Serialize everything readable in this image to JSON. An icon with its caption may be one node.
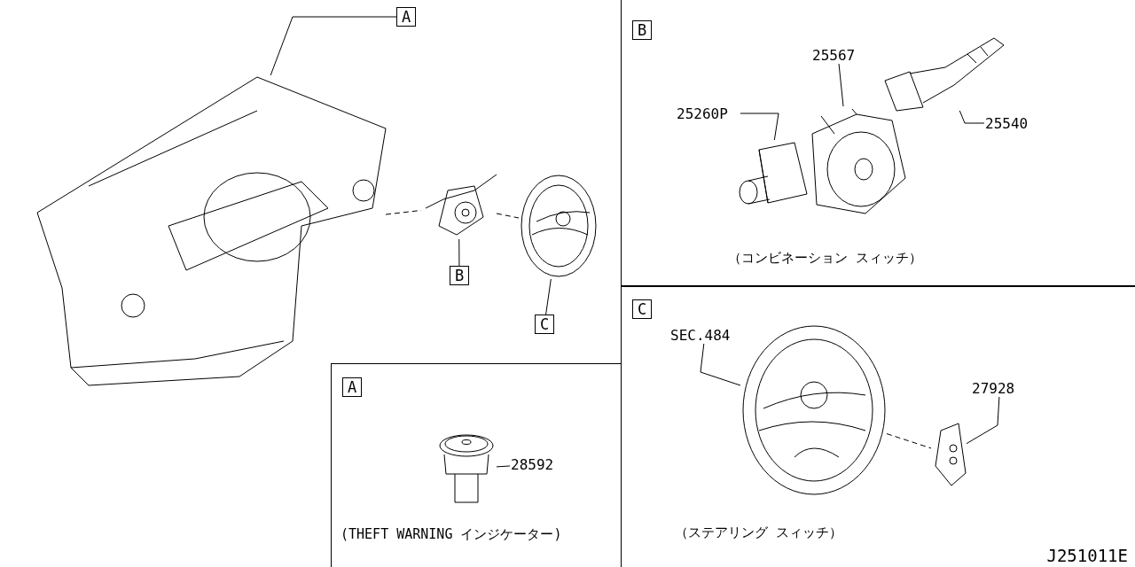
{
  "diagram": {
    "nodes": [
      {
        "text": [
          "A"
        ]
      },
      {
        "text": [
          "B"
        ]
      },
      {
        "text": [
          "C"
        ]
      },
      {
        "text": [
          "(THEFT WARNING インジケーター)"
        ]
      },
      {
        "text": [
          "A"
        ],
        "in": 3
      },
      {
        "text": [
          "28592"
        ],
        "in": 3
      },
      {
        "text": [],
        "shape": "picture",
        "in": 3
      },
      {
        "text": [
          "（コンビネーション スィッチ）"
        ]
      },
      {
        "text": [
          "B"
        ],
        "in": 7
      },
      {
        "text": [
          "25260P"
        ],
        "in": 7
      },
      {
        "text": [
          "25567"
        ],
        "in": 7
      },
      {
        "text": [
          "25540"
        ],
        "in": 7
      },
      {
        "text": [],
        "shape": "picture",
        "in": 7
      },
      {
        "text": [],
        "shape": "picture",
        "in": 7
      },
      {
        "text": [],
        "shape": "picture",
        "in": 7
      },
      {
        "text": [
          "（ステアリング スィッチ）"
        ]
      },
      {
        "text": [
          "C"
        ],
        "in": 15
      },
      {
        "text": [
          "SEC.484"
        ],
        "in": 15
      },
      {
        "text": [
          "27928"
        ],
        "in": 15
      },
      {
        "text": [],
        "shape": "picture",
        "in": 15
      },
      {
        "text": [],
        "shape": "picture",
        "in": 15
      },
      {
        "text": [],
        "shape": "picture"
      },
      {
        "text": [],
        "shape": "picture"
      },
      {
        "text": [],
        "shape": "picture"
      }
    ],
    "edges": [
      {
        "from": 0,
        "to": 21,
        "arrow": "none"
      },
      {
        "from": 1,
        "to": 22,
        "arrow": "none"
      },
      {
        "from": 2,
        "to": 23,
        "arrow": "none"
      },
      {
        "from": 21,
        "to": 22,
        "arrow": "none",
        "style": "dashed"
      },
      {
        "from": 22,
        "to": 23,
        "arrow": "none",
        "style": "dashed"
      },
      {
        "from": 5,
        "to": 6,
        "arrow": "none"
      },
      {
        "from": 9,
        "to": 12,
        "arrow": "none"
      },
      {
        "from": 10,
        "to": 13,
        "arrow": "none"
      },
      {
        "from": 11,
        "to": 14,
        "arrow": "none"
      },
      {
        "from": 17,
        "to": 19,
        "arrow": "none"
      },
      {
        "from": 18,
        "to": 20,
        "arrow": "none"
      },
      {
        "from": 19,
        "to": 20,
        "arrow": "none",
        "style": "dashed"
      }
    ],
    "labels": [
      "J251011E"
    ]
  }
}
